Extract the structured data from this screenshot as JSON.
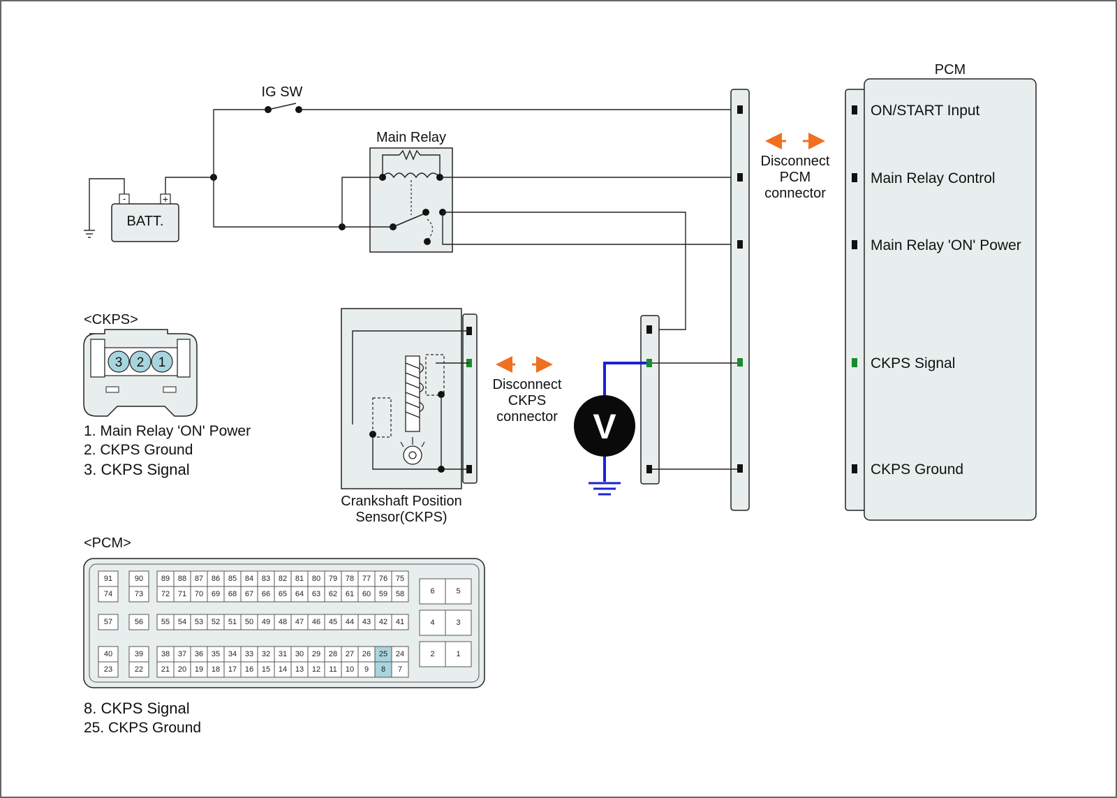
{
  "colors": {
    "background": "#ffffff",
    "component_fill": "#e8eeed",
    "signal_green": "#1a8a2e",
    "meter_wire": "#1a22d6",
    "arrow_orange": "#f07020",
    "highlight_pin": "#a8d4de"
  },
  "labels": {
    "ig_sw": "IG SW",
    "main_relay": "Main Relay",
    "battery": "BATT.",
    "battery_neg": "-",
    "battery_pos": "+",
    "pcm_title": "PCM",
    "disconnect_pcm": [
      "Disconnect",
      "PCM",
      "connector"
    ],
    "disconnect_ckps": [
      "Disconnect",
      "CKPS",
      "connector"
    ],
    "sensor_name": [
      "Crankshaft Position",
      "Sensor(CKPS)"
    ],
    "voltmeter": "V"
  },
  "pcm_terminals": [
    {
      "label": "ON/START Input",
      "color": "#111111"
    },
    {
      "label": "Main Relay Control",
      "color": "#111111"
    },
    {
      "label": "Main Relay 'ON' Power",
      "color": "#111111"
    },
    {
      "label": "CKPS Signal",
      "color": "#1a8a2e"
    },
    {
      "label": "CKPS Ground",
      "color": "#111111"
    }
  ],
  "ckps_connector": {
    "title": "<CKPS>",
    "pins": [
      "3",
      "2",
      "1"
    ],
    "legend": [
      {
        "text": "1. Main Relay 'ON' Power",
        "color": "#111111"
      },
      {
        "text": "2. CKPS Ground",
        "color": "#111111"
      },
      {
        "text": "3. CKPS Signal",
        "color": "#1a8a2e"
      }
    ]
  },
  "pcm_connector": {
    "title": "<PCM>",
    "highlight_pins": [
      "25",
      "8"
    ],
    "rows": [
      {
        "single_a": [
          "91",
          "74"
        ],
        "single_b": [
          "90",
          "73"
        ],
        "top": [
          "89",
          "88",
          "87",
          "86",
          "85",
          "84",
          "83",
          "82",
          "81",
          "80",
          "79",
          "78",
          "77",
          "76",
          "75"
        ],
        "bottom": [
          "72",
          "71",
          "70",
          "69",
          "68",
          "67",
          "66",
          "65",
          "64",
          "63",
          "62",
          "61",
          "60",
          "59",
          "58"
        ]
      },
      {
        "single_a": [
          "57"
        ],
        "single_b": [
          "56"
        ],
        "top": [
          "55",
          "54",
          "53",
          "52",
          "51",
          "50",
          "49",
          "48",
          "47",
          "46",
          "45",
          "44",
          "43",
          "42",
          "41"
        ],
        "bottom": []
      },
      {
        "single_a": [
          "40",
          "23"
        ],
        "single_b": [
          "39",
          "22"
        ],
        "top": [
          "38",
          "37",
          "36",
          "35",
          "34",
          "33",
          "32",
          "31",
          "30",
          "29",
          "28",
          "27",
          "26",
          "25",
          "24"
        ],
        "bottom": [
          "21",
          "20",
          "19",
          "18",
          "17",
          "16",
          "15",
          "14",
          "13",
          "12",
          "11",
          "10",
          "9",
          "8",
          "7"
        ]
      }
    ],
    "power_pins": [
      [
        "6",
        "5"
      ],
      [
        "4",
        "3"
      ],
      [
        "2",
        "1"
      ]
    ],
    "legend": [
      {
        "text": "8. CKPS Signal",
        "color": "#1a8a2e"
      },
      {
        "text": "25. CKPS Ground",
        "color": "#111111"
      }
    ]
  }
}
